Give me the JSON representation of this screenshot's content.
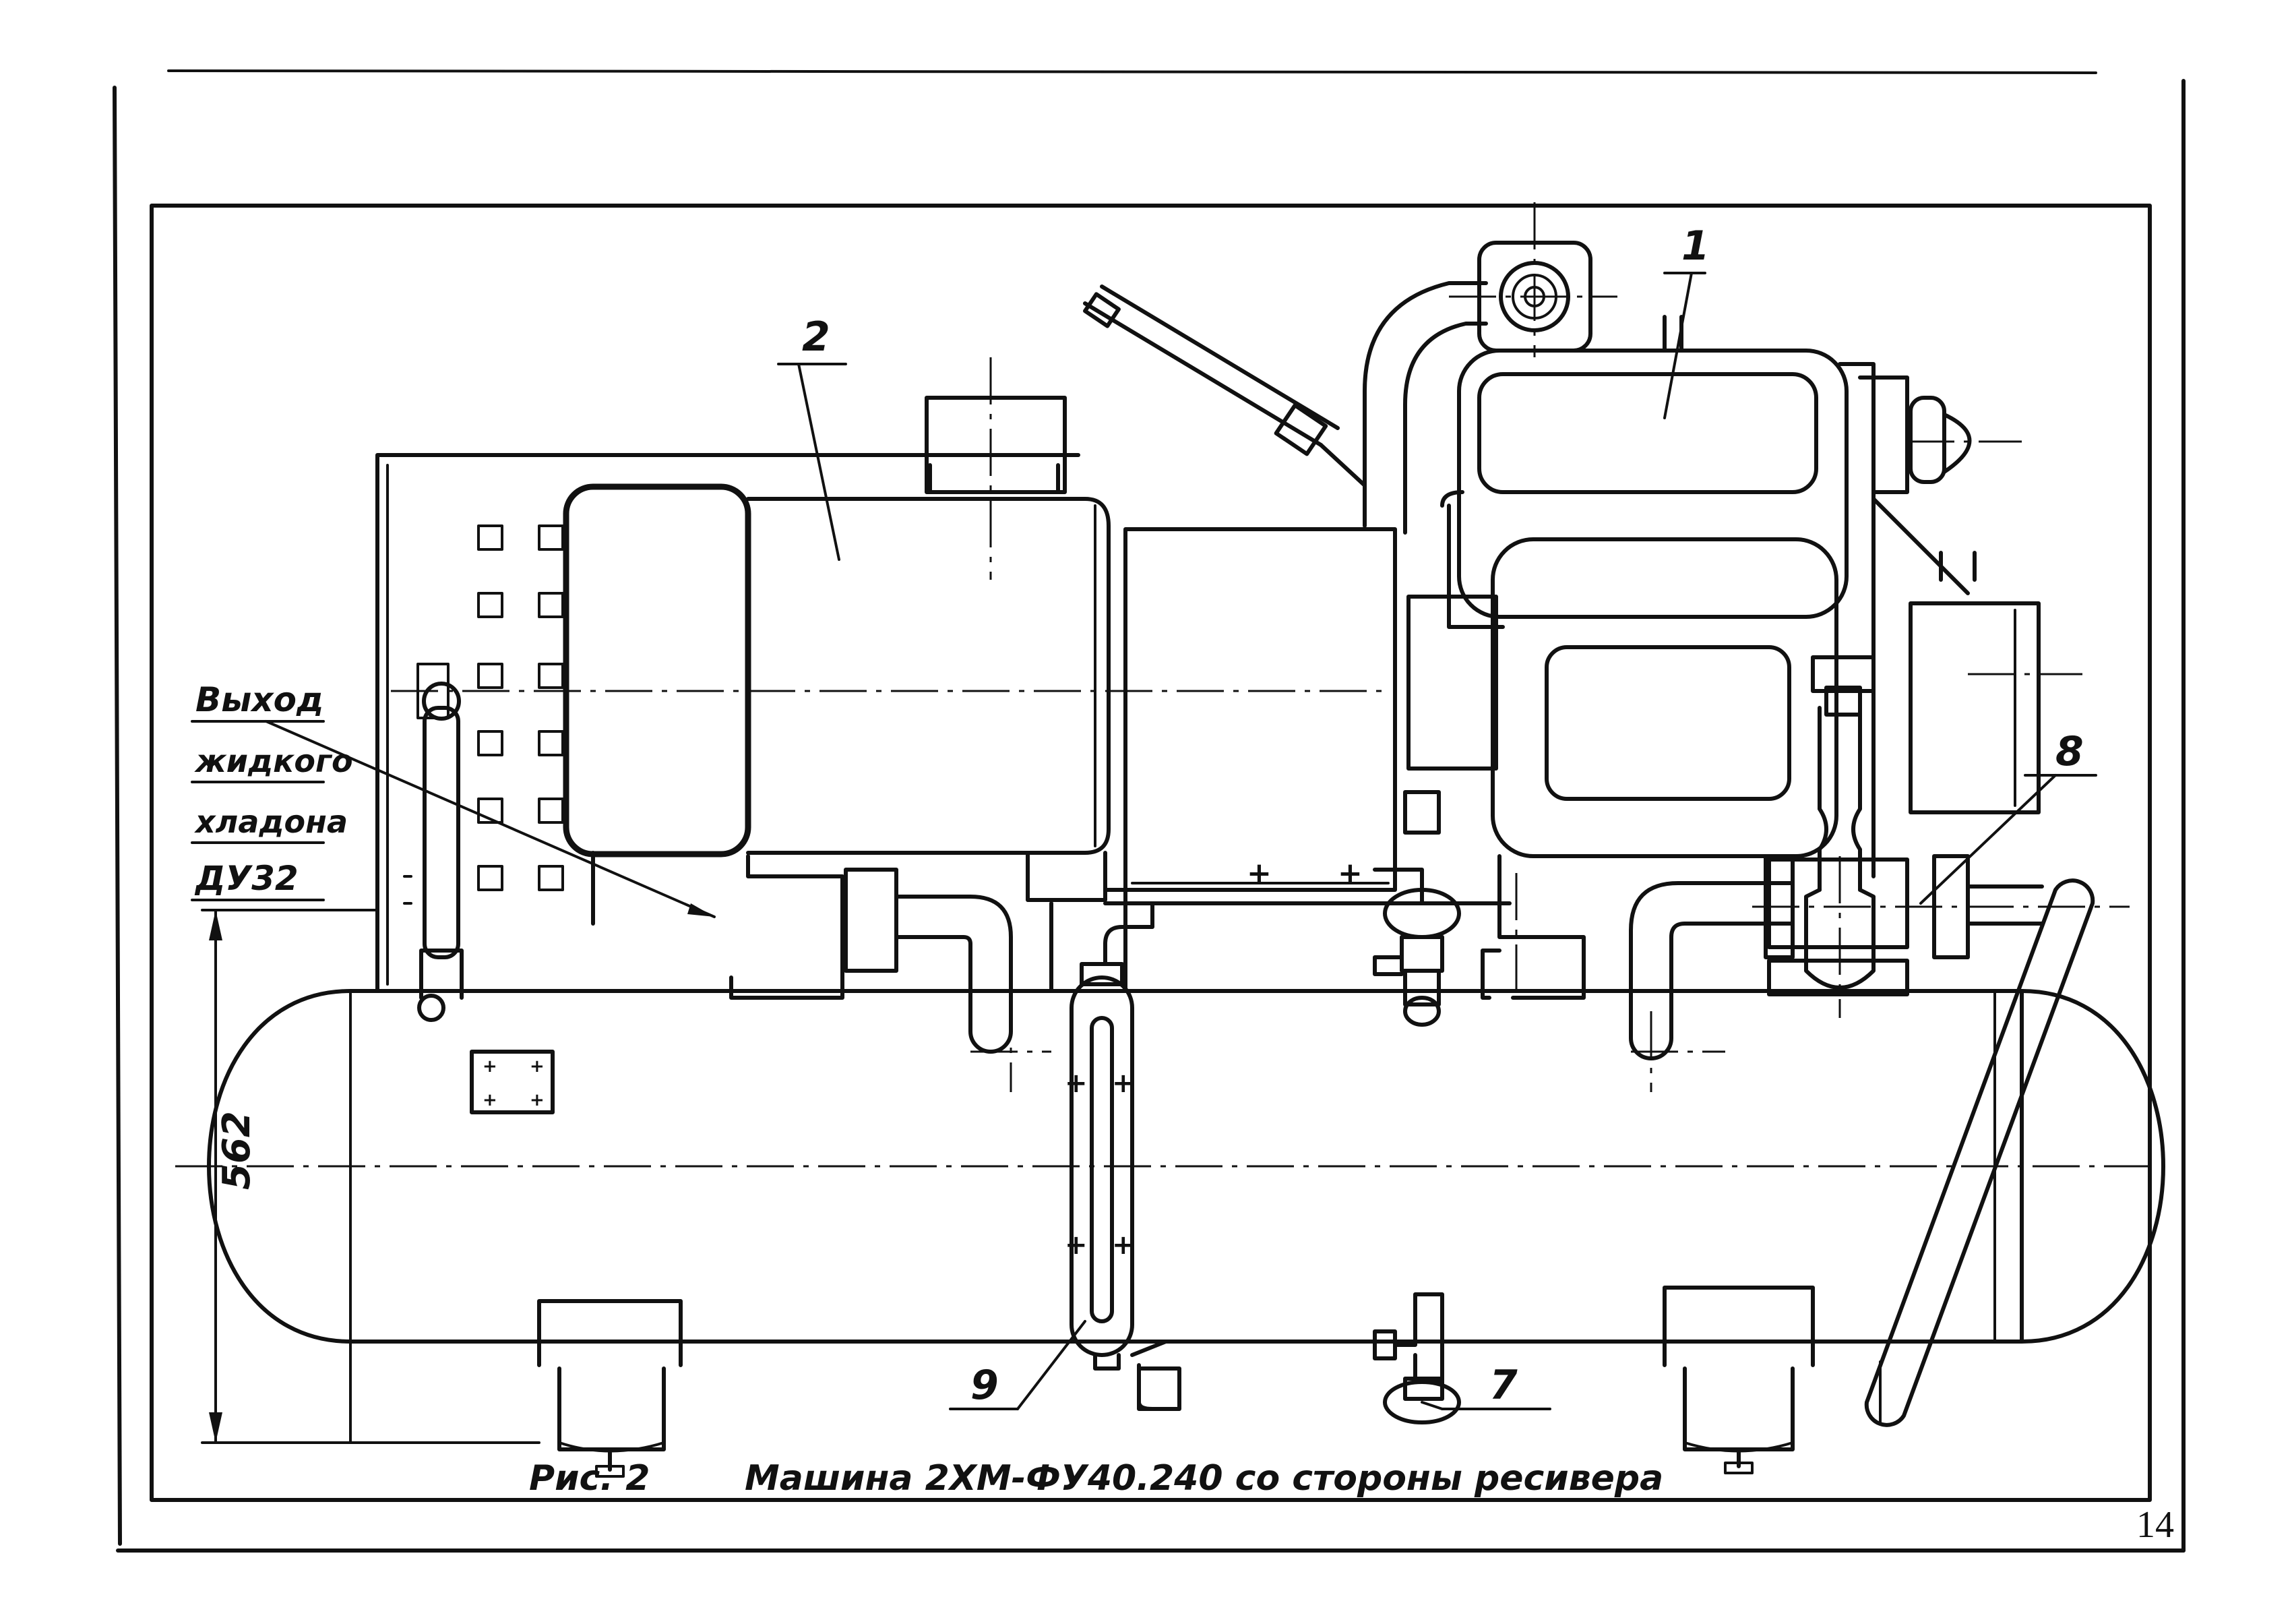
{
  "drawing": {
    "caption_fig": "Рис. 2",
    "caption_title": "Машина 2ХМ-ФУ40.240 со стороны ресивера",
    "page_number": "14",
    "annotation_lines": [
      "Выход",
      "жидкого",
      "хладона",
      "ДУ32"
    ],
    "dimension": "562",
    "callouts": [
      "1",
      "2",
      "7",
      "8",
      "9"
    ]
  }
}
